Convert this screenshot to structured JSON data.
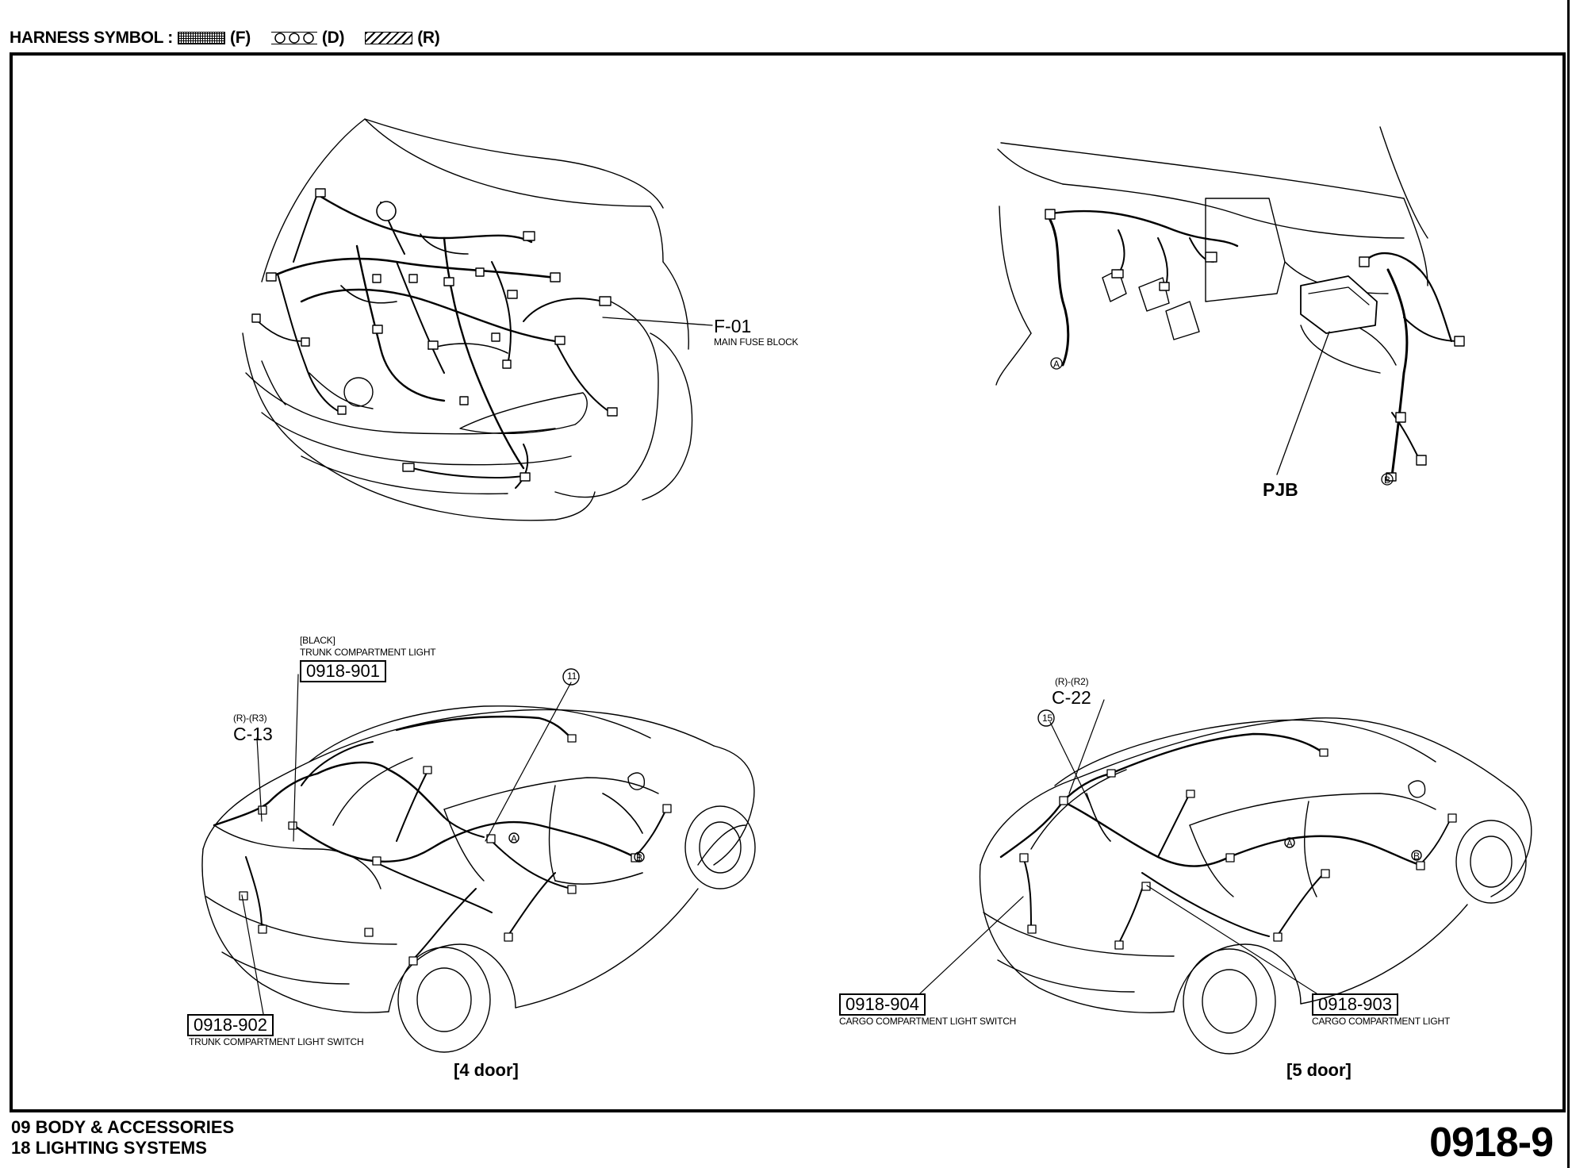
{
  "legend": {
    "prefix": "HARNESS SYMBOL :",
    "f": "(F)",
    "d": "(D)",
    "r": "(R)"
  },
  "engine_bay": {
    "fuse_code": "F-01",
    "fuse_name": "MAIN FUSE BLOCK"
  },
  "dashboard": {
    "pjb": "PJB",
    "marker_a": "A",
    "marker_b": "B"
  },
  "four_door": {
    "c13_range": "(R)-(R3)",
    "c13_code": "C-13",
    "c901_color": "[BLACK]",
    "c901_name": "TRUNK COMPARTMENT LIGHT",
    "c901_code": "0918-901",
    "c902_code": "0918-902",
    "c902_name": "TRUNK COMPARTMENT LIGHT SWITCH",
    "circle_11": "11",
    "marker_a": "A",
    "marker_b": "B",
    "caption": "[4 door]"
  },
  "five_door": {
    "c22_range": "(R)-(R2)",
    "c22_code": "C-22",
    "circle_15": "15",
    "c904_code": "0918-904",
    "c904_name": "CARGO COMPARTMENT LIGHT SWITCH",
    "c903_code": "0918-903",
    "c903_name": "CARGO COMPARTMENT LIGHT",
    "marker_a": "A",
    "marker_b": "B",
    "caption": "[5 door]"
  },
  "footer": {
    "line1": "09  BODY & ACCESSORIES",
    "line2": "18  LIGHTING SYSTEMS",
    "page": "0918-9"
  }
}
